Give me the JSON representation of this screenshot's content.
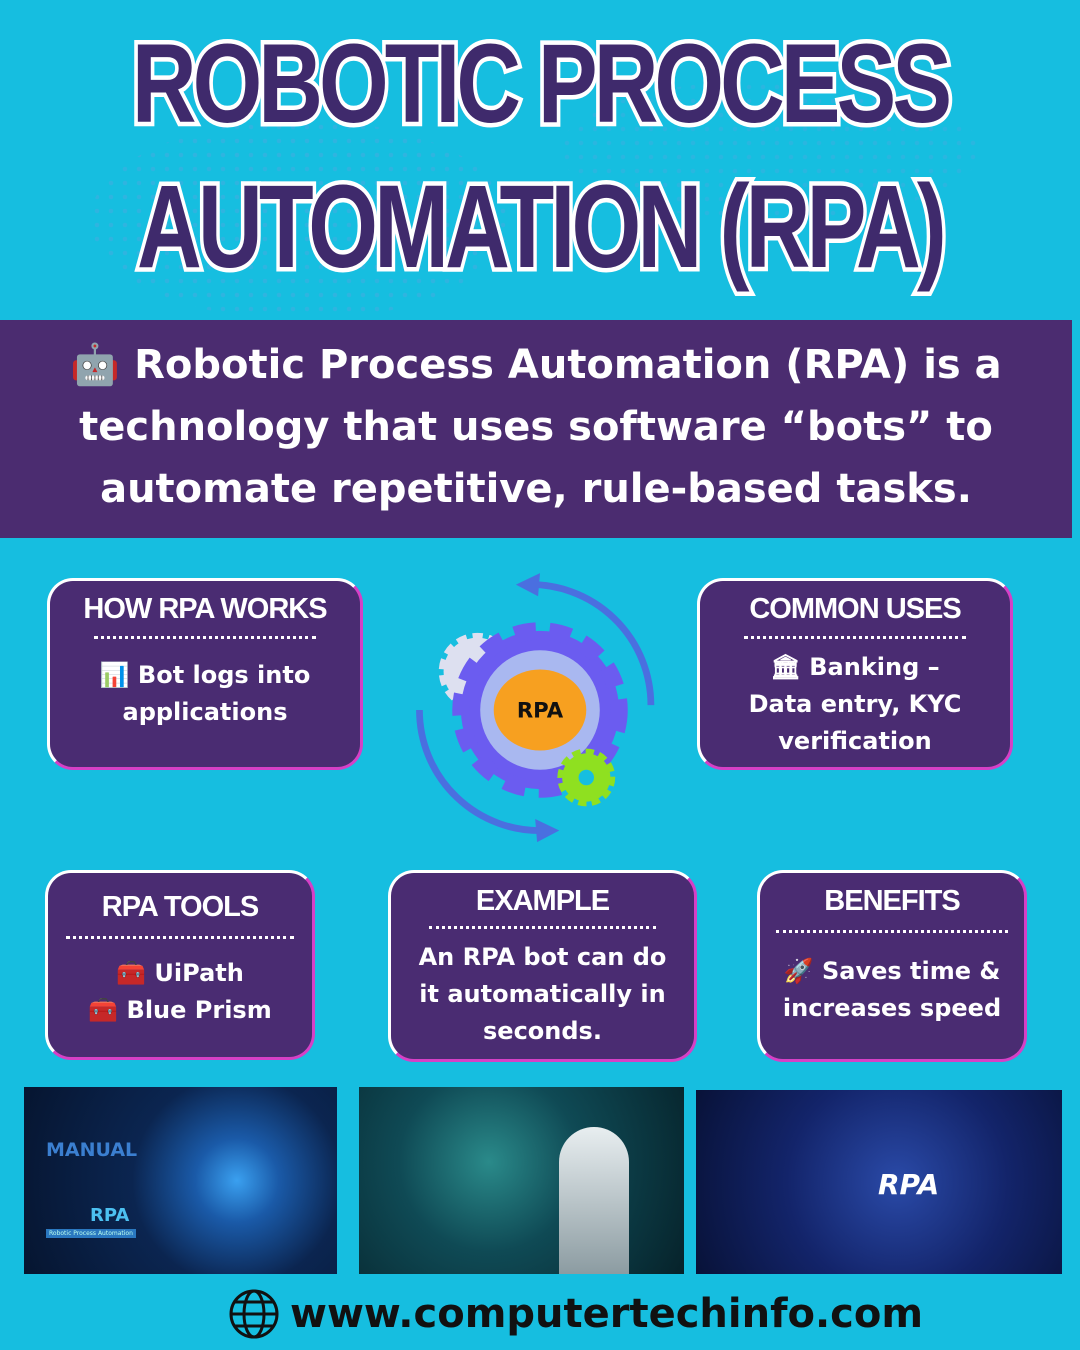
{
  "title": {
    "line1": "ROBOTIC PROCESS",
    "line2": "AUTOMATION (RPA)"
  },
  "banner": {
    "icon": "🤖",
    "text": "Robotic Process Automation (RPA) is a technology that uses software “bots” to automate repetitive, rule-based tasks."
  },
  "center_graphic": {
    "label": "RPA"
  },
  "cards": {
    "how": {
      "title": "HOW RPA WORKS",
      "icon": "📊",
      "text": "Bot logs into applications"
    },
    "uses": {
      "title": "COMMON USES",
      "icon": "🏛",
      "text": "Banking – Data entry, KYC verification"
    },
    "tools": {
      "title": "RPA TOOLS",
      "icon": "🧰",
      "items": [
        "UiPath",
        "Blue Prism"
      ]
    },
    "example": {
      "title": "EXAMPLE",
      "text": "An RPA bot can do it automatically in seconds."
    },
    "benefits": {
      "title": "BENEFITS",
      "icon": "🚀",
      "text": "Saves time & increases speed"
    }
  },
  "images": {
    "img1": {
      "manual": "MANUAL",
      "rpa": "RPA",
      "rpa_sub": "Robotic Process Automation"
    },
    "img3": {
      "rpa": "RPA"
    }
  },
  "footer": {
    "url": "www.computertechinfo.com"
  },
  "colors": {
    "background": "#16bee0",
    "purple": "#4b2c70",
    "border": "#d640c6"
  }
}
